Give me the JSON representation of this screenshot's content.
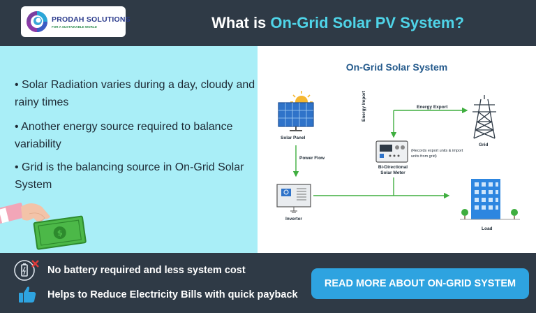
{
  "header": {
    "brand_name": "PRODAH SOLUTIONS",
    "brand_tagline": "FOR A SUSTAINABLE WORLD",
    "title_prefix": "What is ",
    "title_highlight": "On-Grid Solar PV System?"
  },
  "bullets": [
    "• Solar Radiation varies during a day, cloudy and rainy times",
    "• Another energy source required to balance variability",
    "• Grid is the balancing source in On-Grid Solar System"
  ],
  "diagram": {
    "title": "On-Grid Solar System",
    "labels": {
      "solar_panel": "Solar Panel",
      "power_flow": "Power Flow",
      "inverter": "Inverter",
      "energy_import": "Energy Import",
      "energy_export": "Energy Export",
      "grid": "Grid",
      "meter": "Bi-Directional Solar Meter",
      "meter_note": "(Records export units & import units from grid)",
      "load": "Load"
    },
    "colors": {
      "flow_line": "#3fae3f",
      "panel": "#2f73c9",
      "building": "#2d86e0"
    }
  },
  "features": [
    {
      "icon": "no-battery-icon",
      "text": "No battery required and less system cost"
    },
    {
      "icon": "thumbs-up-icon",
      "text": "Helps to Reduce Electricity Bills with quick payback"
    }
  ],
  "cta": {
    "label": "READ MORE ABOUT ON-GRID SYSTEM",
    "color": "#2ea3e0"
  }
}
